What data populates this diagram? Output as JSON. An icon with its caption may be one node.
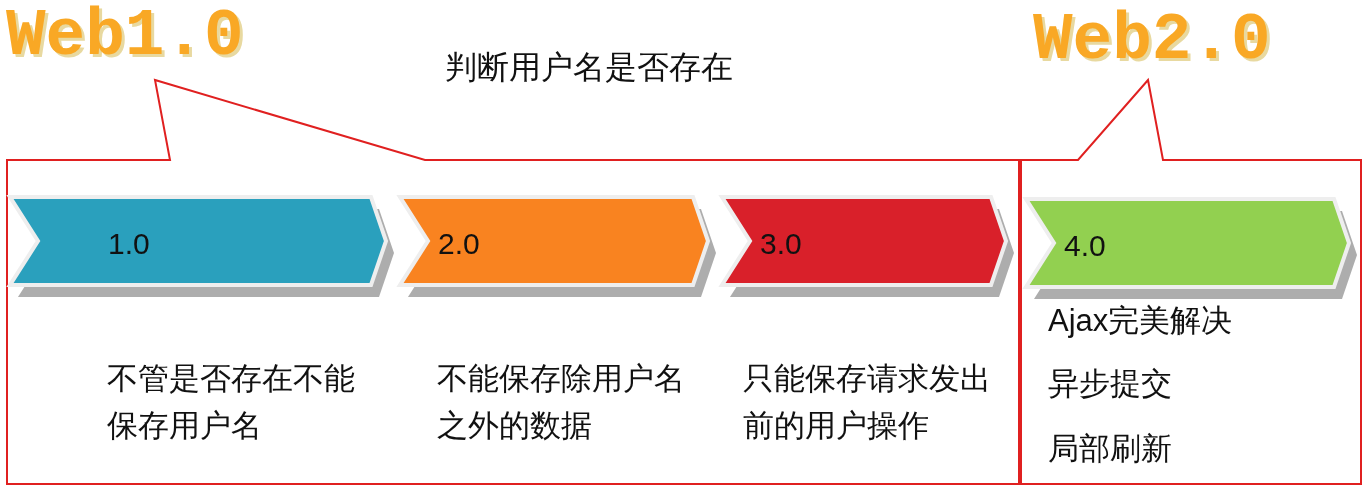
{
  "diagram": {
    "nodes": [
      {
        "text": [
          "Web1.0"
        ]
      },
      {
        "text": [
          "1.0"
        ],
        "in": 0,
        "beside": [
          "不管是否存在不能保存用户名"
        ]
      },
      {
        "text": [
          "2.0"
        ],
        "in": 0,
        "beside": [
          "不能保存除用户名之外的数据"
        ]
      },
      {
        "text": [
          "3.0"
        ],
        "in": 0,
        "beside": [
          "只能保存请求发出前的用户操作"
        ]
      },
      {
        "text": [
          "Web2.0"
        ]
      },
      {
        "text": [
          "4.0"
        ],
        "in": 4,
        "beside": [
          "Ajax完美解决",
          "异步提交",
          "局部刷新"
        ]
      }
    ],
    "labels": [
      "判断用户名是否存在"
    ]
  }
}
